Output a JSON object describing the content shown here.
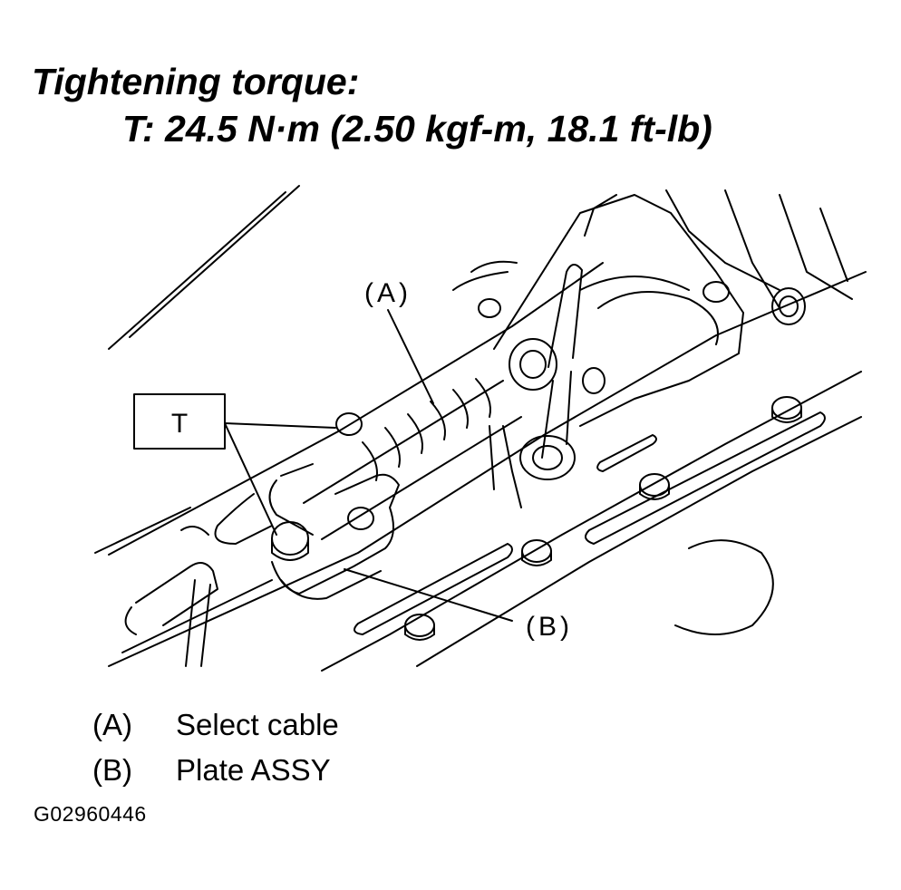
{
  "heading": {
    "line1": "Tightening torque:",
    "line2": "T: 24.5 N·m (2.50 kgf-m, 18.1 ft-lb)"
  },
  "callouts": {
    "a": "(A)",
    "b": "(B)",
    "torque_box": "T"
  },
  "legend": [
    {
      "key": "(A)",
      "text": "Select cable"
    },
    {
      "key": "(B)",
      "text": "Plate ASSY"
    }
  ],
  "figure_id": "G02960446"
}
